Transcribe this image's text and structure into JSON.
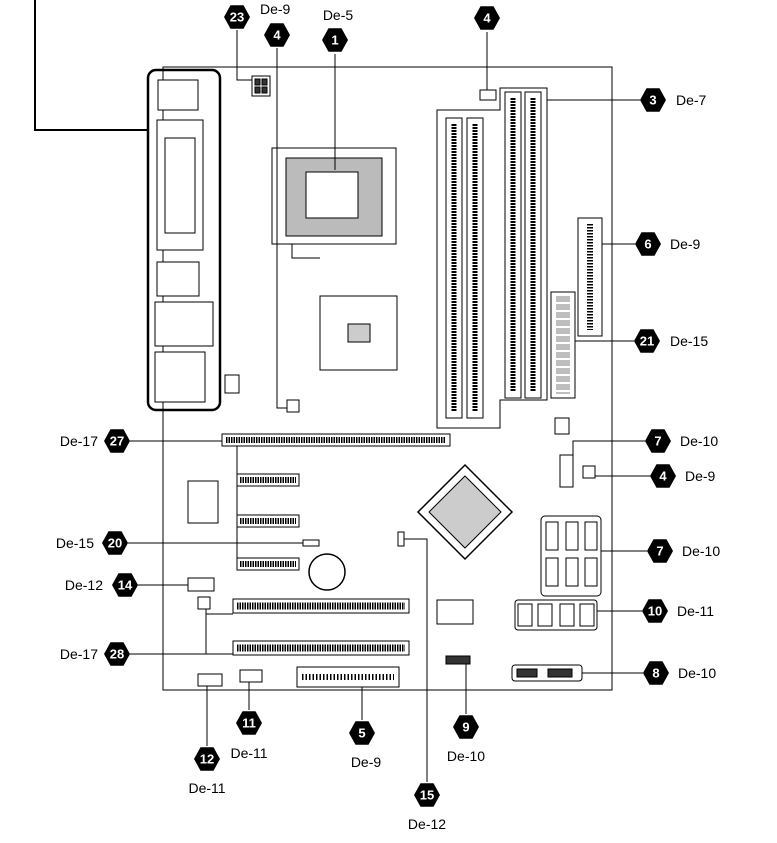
{
  "diagram": {
    "badge_color": "#000000",
    "callouts": {
      "c23": {
        "number": "23",
        "ref": "De-9"
      },
      "c4a": {
        "number": "4",
        "ref": ""
      },
      "c1": {
        "number": "1",
        "ref": "De-5"
      },
      "c4b": {
        "number": "4",
        "ref": ""
      },
      "c3": {
        "number": "3",
        "ref": "De-7"
      },
      "c6": {
        "number": "6",
        "ref": "De-9"
      },
      "c21": {
        "number": "21",
        "ref": "De-15"
      },
      "c27": {
        "number": "27",
        "ref": "De-17"
      },
      "c7a": {
        "number": "7",
        "ref": "De-10"
      },
      "c4c": {
        "number": "4",
        "ref": "De-9"
      },
      "c20": {
        "number": "20",
        "ref": "De-15"
      },
      "c7b": {
        "number": "7",
        "ref": "De-10"
      },
      "c14": {
        "number": "14",
        "ref": "De-12"
      },
      "c10": {
        "number": "10",
        "ref": "De-11"
      },
      "c28": {
        "number": "28",
        "ref": "De-17"
      },
      "c8": {
        "number": "8",
        "ref": "De-10"
      },
      "c11": {
        "number": "11",
        "ref": "De-11"
      },
      "c5": {
        "number": "5",
        "ref": "De-9"
      },
      "c9": {
        "number": "9",
        "ref": "De-10"
      },
      "c12": {
        "number": "12",
        "ref": "De-11"
      },
      "c15": {
        "number": "15",
        "ref": "De-12"
      }
    }
  }
}
